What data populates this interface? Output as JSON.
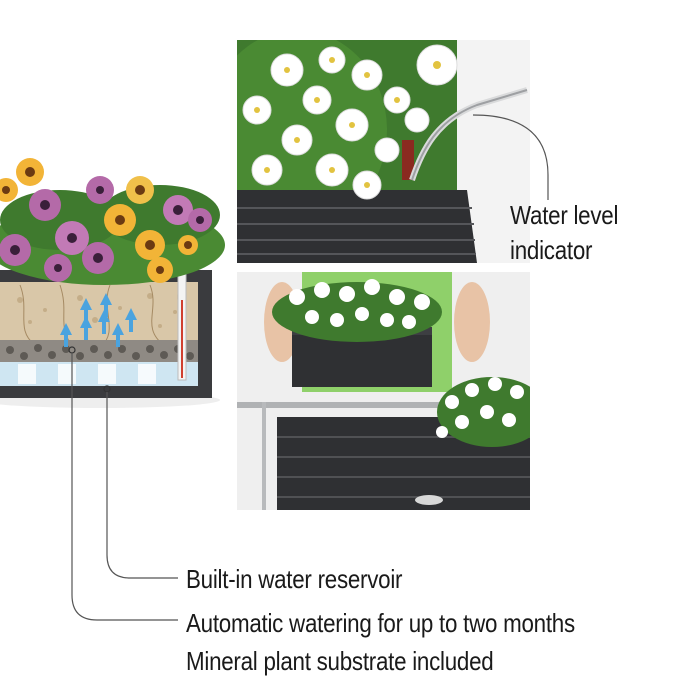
{
  "labels": {
    "water_level": [
      "Water level",
      "indicator"
    ],
    "reservoir": "Built-in water reservoir",
    "watering": "Automatic watering for up to two months",
    "substrate": "Mineral plant substrate included"
  },
  "colors": {
    "planter_dark": "#3a3b3e",
    "rattan": "#2f3033",
    "water": "#cfe6f2",
    "arrow": "#4aa3df",
    "purple_flower": "#b46aa8",
    "yellow_flower": "#f2b437",
    "white_flower": "#ffffff",
    "leaf": "#3f7a2e",
    "shirt": "#8fd06a",
    "callout_line": "#555555"
  },
  "icons": [
    "water-arrow-icon",
    "callout-dot-icon"
  ]
}
